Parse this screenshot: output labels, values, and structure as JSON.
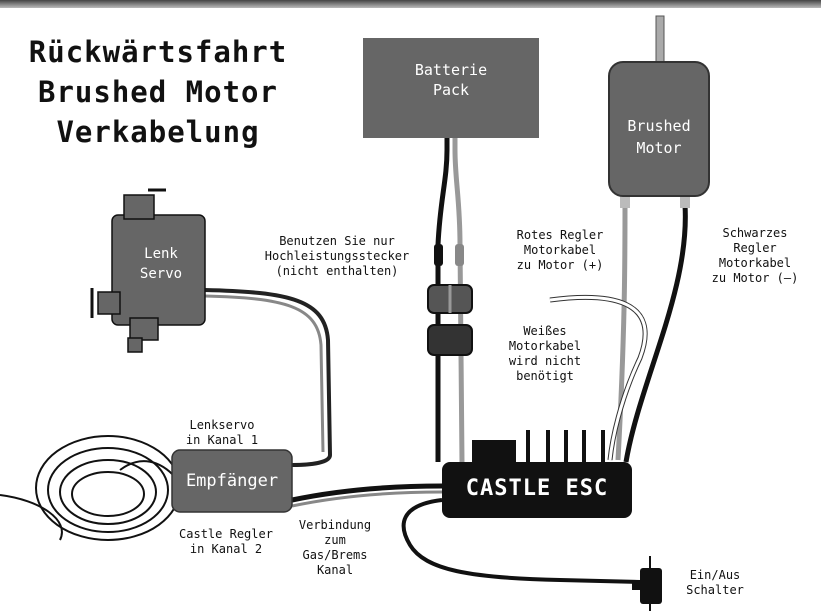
{
  "title": {
    "line1": "Rückwärtsfahrt",
    "line2": "Brushed Motor",
    "line3": "Verkabelung"
  },
  "components": {
    "battery": {
      "line1": "Batterie",
      "line2": "Pack"
    },
    "motor": {
      "line1": "Brushed",
      "line2": "Motor"
    },
    "servo": {
      "line1": "Lenk",
      "line2": "Servo"
    },
    "receiver": "Empfänger",
    "esc": "CASTLE ESC"
  },
  "labels": {
    "connector": {
      "line1": "Benutzen Sie nur",
      "line2": "Hochleistungsstecker",
      "line3": "(nicht enthalten)"
    },
    "red_wire": {
      "line1": "Rotes Regler",
      "line2": "Motorkabel",
      "line3": "zu Motor (+)"
    },
    "black_wire": {
      "line1": "Schwarzes",
      "line2": "Regler",
      "line3": "Motorkabel",
      "line4": "zu Motor (–)"
    },
    "white_wire": {
      "line1": "Weißes",
      "line2": "Motorkabel",
      "line3": "wird nicht",
      "line4": "benötigt"
    },
    "servo_channel": {
      "line1": "Lenkservo",
      "line2": "in Kanal 1"
    },
    "esc_channel": {
      "line1": "Castle Regler",
      "line2": "in Kanal 2"
    },
    "throttle": {
      "line1": "Verbindung",
      "line2": "zum",
      "line3": "Gas/Brems",
      "line4": "Kanal"
    },
    "switch": {
      "line1": "Ein/Aus",
      "line2": "Schalter"
    }
  }
}
